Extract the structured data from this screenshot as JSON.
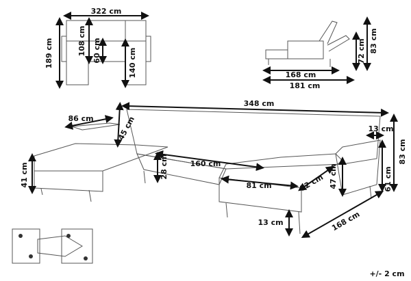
{
  "top_view": {
    "width": "322 cm",
    "depth": "189 cm",
    "chaise_depth": "108 cm",
    "seat_depth": "60 cm",
    "chaise_length": "140 cm"
  },
  "side_view": {
    "seat_length": "168 cm",
    "total_length": "181 cm",
    "back_height_reclined": "72 cm",
    "back_height": "83 cm"
  },
  "main_view": {
    "total_width": "348 cm",
    "arm_length": "86 cm",
    "back_height": "45 cm",
    "arm_width": "13 cm",
    "total_height": "83 cm",
    "seat_width": "160 cm",
    "seat_thickness": "28 cm",
    "seat_height": "41 cm",
    "seat_height_right": "47 cm",
    "arm_height": "61 cm",
    "chaise_width": "81 cm",
    "chaise_depth": "82 cm",
    "leg_height": "13 cm",
    "chaise_length": "168 cm"
  },
  "tolerance": "+/- 2 cm"
}
